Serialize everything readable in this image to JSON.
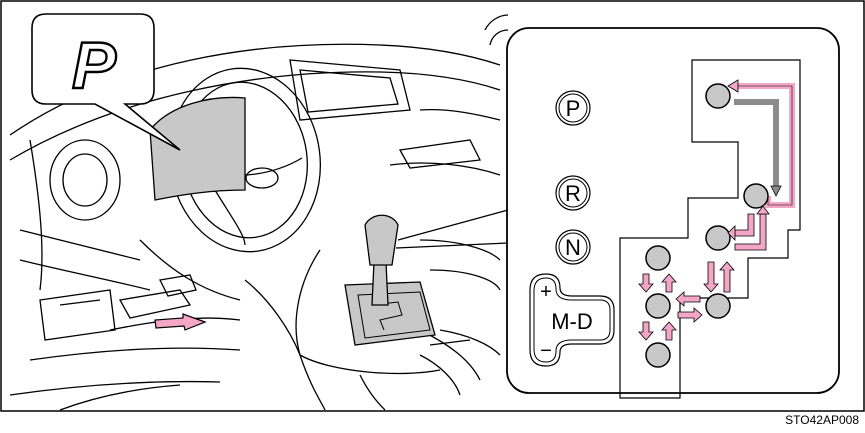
{
  "display": {
    "gear_indicator": "P"
  },
  "gate_labels": {
    "p": "P",
    "r": "R",
    "n": "N",
    "plus": "+",
    "m_d": "M-D",
    "minus": "−"
  },
  "figure_code": "STO42AP008",
  "colors": {
    "pink": "#f4a6c6",
    "gray": "#8c8c8c",
    "knob": "#c8c8c8",
    "screen": "#c8c8c8",
    "line": "#000000"
  }
}
